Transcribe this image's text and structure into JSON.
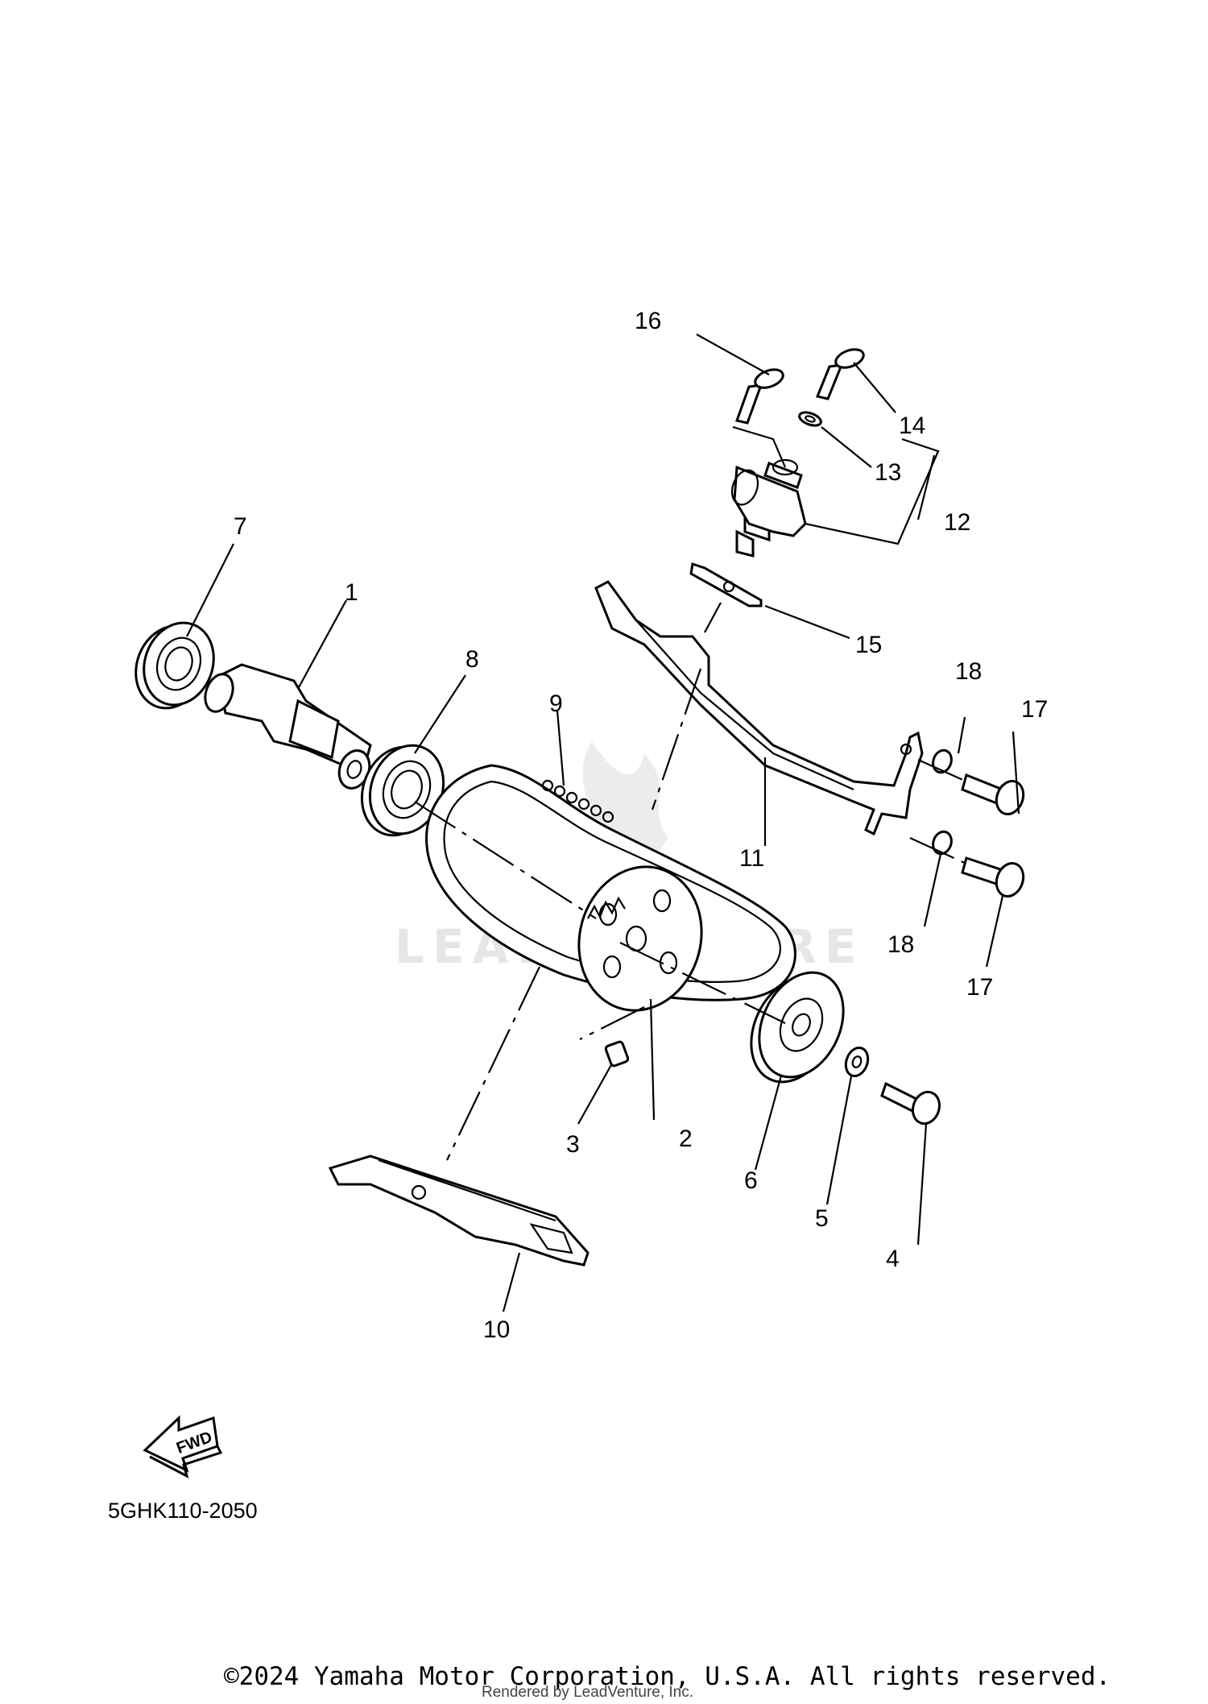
{
  "labels": {
    "p1": "1",
    "p2": "2",
    "p3": "3",
    "p4": "4",
    "p5": "5",
    "p6": "6",
    "p7": "7",
    "p8": "8",
    "p9": "9",
    "p10": "10",
    "p11": "11",
    "p12": "12",
    "p13": "13",
    "p14": "14",
    "p15": "15",
    "p16": "16",
    "p17a": "17",
    "p17b": "17",
    "p18a": "18",
    "p18b": "18"
  },
  "fwd_label": "FWD",
  "diagram_code": "5GHK110-2050",
  "watermark": "LEADVENTURE",
  "footer": {
    "copyright": "©2024 Yamaha Motor Corporation, U.S.A. All rights reserved.",
    "rendered_by": "Rendered by LeadVenture, Inc."
  }
}
